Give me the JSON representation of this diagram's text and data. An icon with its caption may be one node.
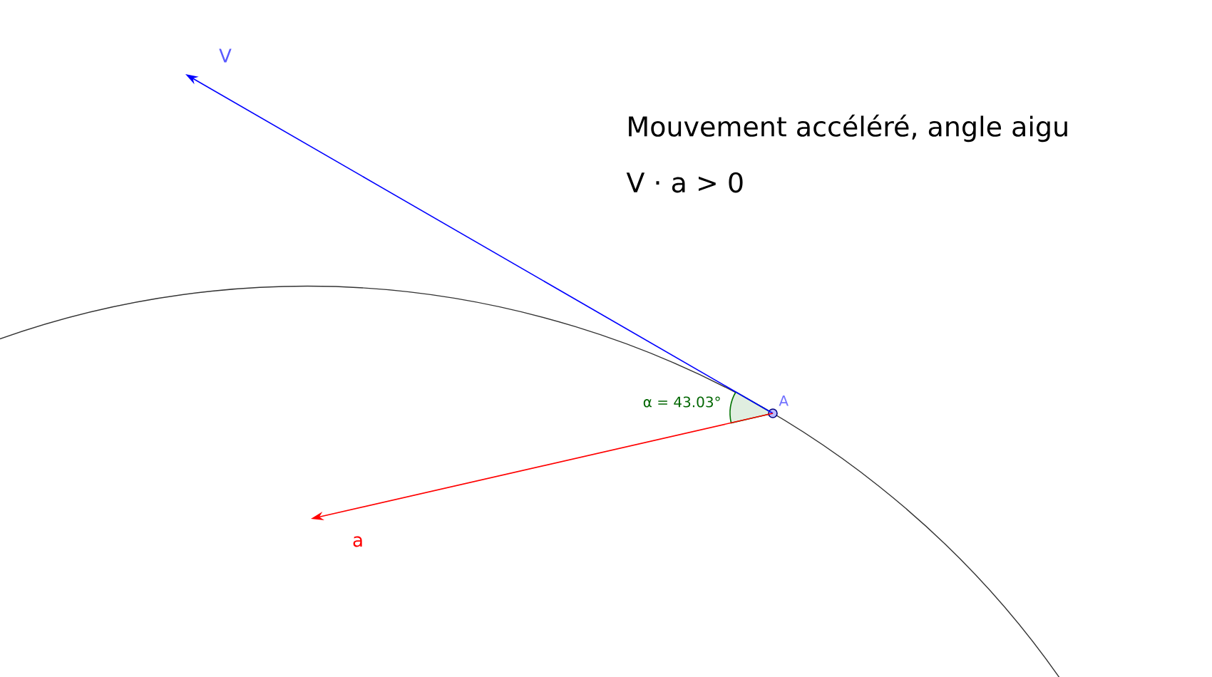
{
  "diagram": {
    "nodes": [
      {
        "text": [],
        "shape": "circle",
        "beside": [
          "A"
        ]
      },
      {
        "text": [
          "V"
        ]
      },
      {
        "text": [
          "a"
        ]
      }
    ],
    "edges": [
      {
        "from": 0,
        "to": 1,
        "arrow": "to",
        "color": "#0000ff"
      },
      {
        "from": 0,
        "to": 2,
        "arrow": "to",
        "color": "#ff0000"
      }
    ],
    "labels": [
      "Mouvement accéléré, angle aigu",
      "V · a > 0",
      "α = 43.03°"
    ]
  }
}
